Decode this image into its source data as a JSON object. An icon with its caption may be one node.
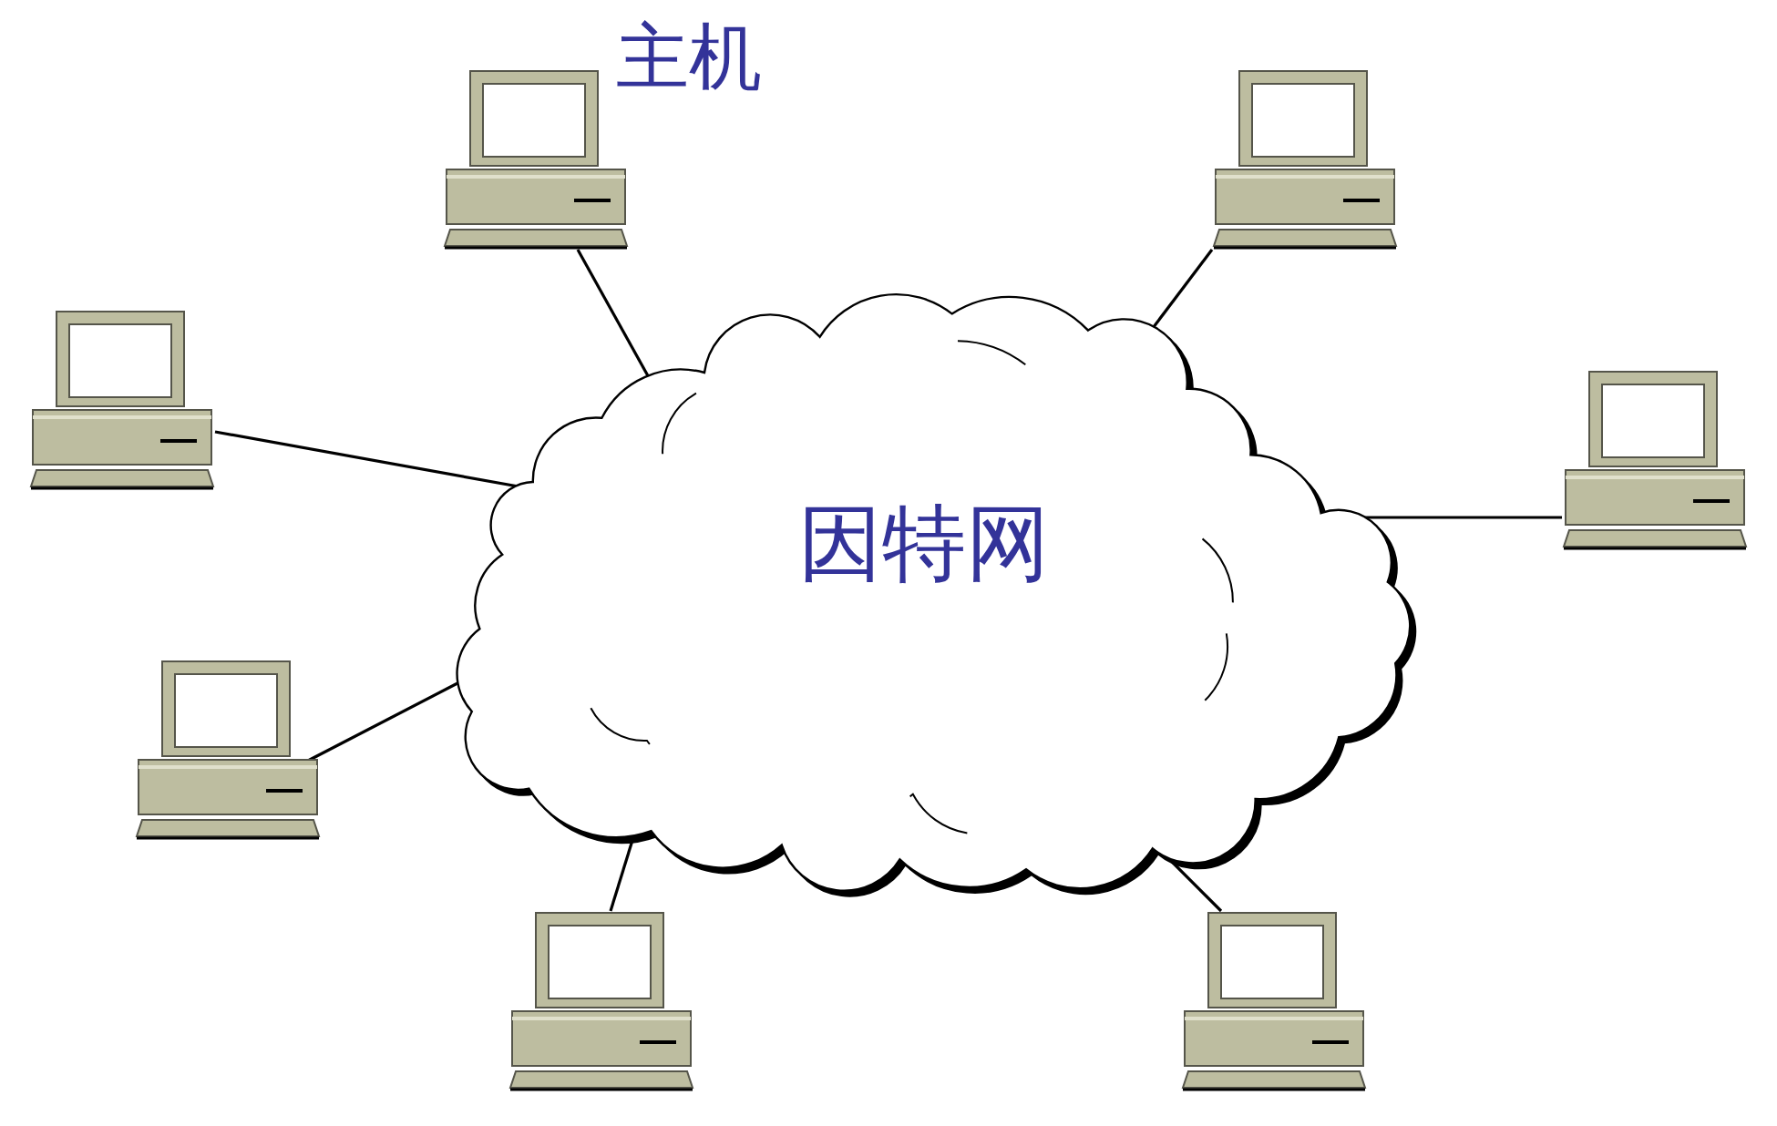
{
  "diagram": {
    "nodes": [
      {
        "text": [
          "因特网"
        ]
      },
      {
        "text": [],
        "shape": "computer",
        "beside": [
          "主机"
        ]
      },
      {
        "text": [],
        "shape": "computer"
      },
      {
        "text": [],
        "shape": "computer"
      },
      {
        "text": [],
        "shape": "computer"
      },
      {
        "text": [],
        "shape": "computer"
      },
      {
        "text": [],
        "shape": "computer"
      },
      {
        "text": [],
        "shape": "computer"
      }
    ],
    "edges": [
      {
        "from": 0,
        "to": 1,
        "arrow": "none"
      },
      {
        "from": 0,
        "to": 2,
        "arrow": "none"
      },
      {
        "from": 0,
        "to": 3,
        "arrow": "none"
      },
      {
        "from": 0,
        "to": 4,
        "arrow": "none"
      },
      {
        "from": 0,
        "to": 5,
        "arrow": "none"
      },
      {
        "from": 0,
        "to": 6,
        "arrow": "none"
      },
      {
        "from": 0,
        "to": 7,
        "arrow": "none"
      }
    ]
  }
}
